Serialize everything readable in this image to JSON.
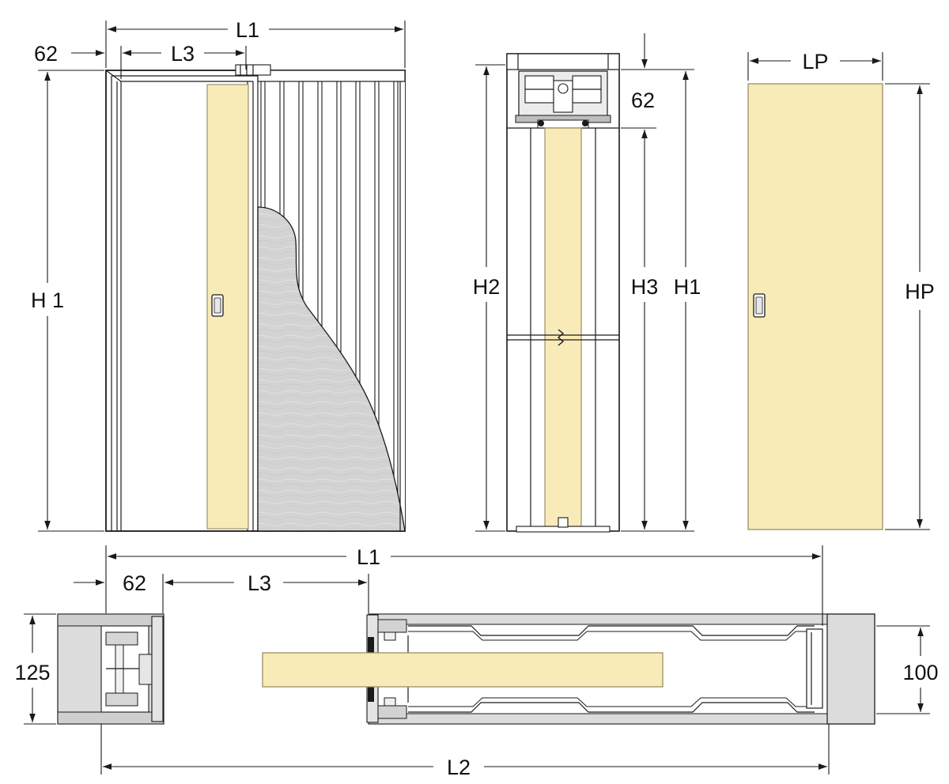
{
  "colors": {
    "panel_fill": "#f8ebb8",
    "panel_stroke": "#9c8f68",
    "wall_fill": "#dcdcdc",
    "plaster_fill": "#d0d0d0",
    "line": "#1a1a1a"
  },
  "icons": {
    "handle": "recessed-handle-icon",
    "arrow": "dimension-arrow-icon",
    "break": "break-symbol-icon"
  },
  "front_view": {
    "width_top": "L1",
    "frame_offset": "62",
    "opening_width": "L3",
    "height": "H 1"
  },
  "side_view": {
    "header_gap": "62",
    "height_left": "H2",
    "height_inner": "H3",
    "height_total": "H1"
  },
  "panel_view": {
    "panel_width": "LP",
    "panel_height": "HP"
  },
  "plan_view": {
    "total_top": "L1",
    "frame_offset": "62",
    "opening_width": "L3",
    "wall_thickness_left": "125",
    "wall_thickness_right": "100",
    "total_bottom": "L2"
  }
}
